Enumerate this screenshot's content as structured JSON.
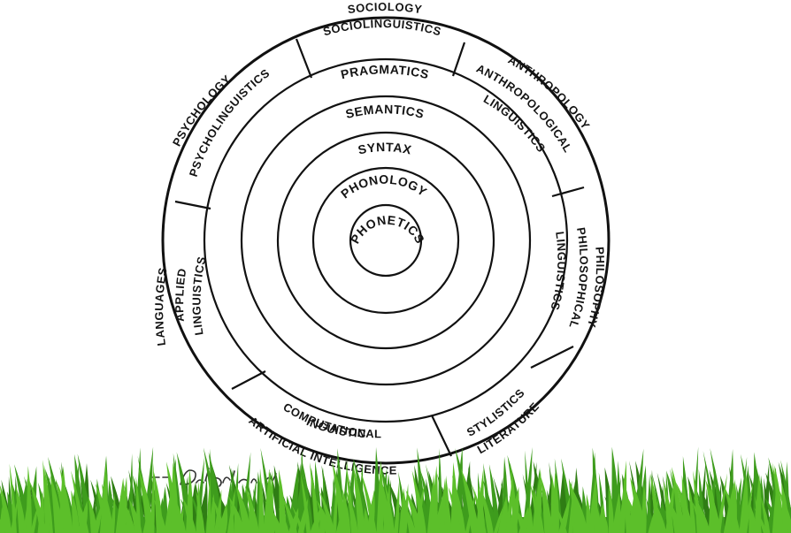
{
  "core_layers": {
    "phonetics": "PHONETICS",
    "phonology": "PHONOLOGY",
    "syntax": "SYNTAX",
    "semantics": "SEMANTICS",
    "pragmatics": "PRAGMATICS"
  },
  "interdisciplinary_branches": {
    "sociolinguistics": "SOCIOLINGUISTICS",
    "anthropological_1": "ANTHROPOLOGICAL",
    "anthropological_2": "LINGUISTICS",
    "philosophical_1": "PHILOSOPHICAL",
    "philosophical_2": "LINGUISTICS",
    "stylistics": "STYLISTICS",
    "computational_1": "COMPUTATIONAL",
    "computational_2": "LINGUISTICS",
    "applied_1": "APPLIED",
    "applied_2": "LINGUISTICS",
    "psycholinguistics": "PSYCHOLINGUISTICS"
  },
  "related_fields": {
    "sociology": "SOCIOLOGY",
    "anthropology": "ANTHROPOLOGY",
    "philosophy": "PHILOSOPHY",
    "literature": "LITERATURE",
    "artificial_intelligence": "ARTIFICIAL INTELLIGENCE",
    "languages": "LANGUAGES",
    "psychology": "PSYCHOLOGY"
  },
  "colors": {
    "ink": "#111111",
    "grass_dark": "#2f7d14",
    "grass_mid": "#3e9c1d",
    "grass_light": "#5cbf2a"
  }
}
